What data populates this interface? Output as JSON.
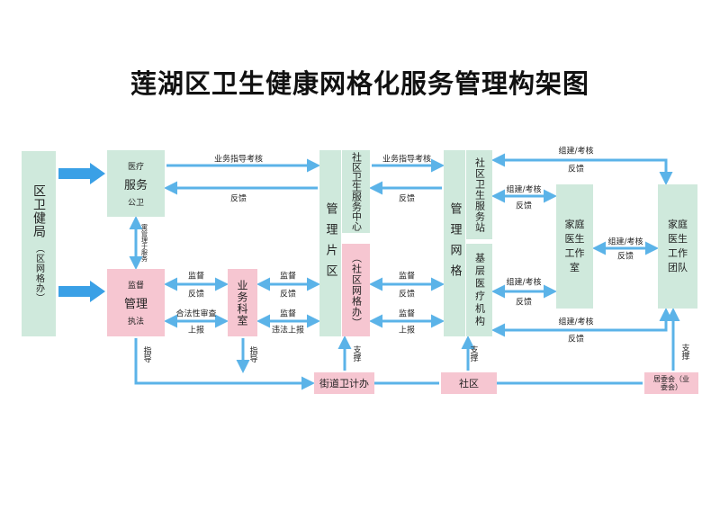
{
  "title": "莲湖区卫生健康网格化服务管理构架图",
  "colors": {
    "green": "#cfe9dc",
    "pink": "#f6c6d1",
    "arrow": "#5bb3e8",
    "arrow_big": "#3aa0e6"
  },
  "boxes": {
    "district_bureau": {
      "main": "区卫健局",
      "sub": "（区网格办）"
    },
    "medical_service": {
      "top": "医疗",
      "main": "服务",
      "bottom": "公卫"
    },
    "supervision": {
      "top": "监督",
      "main": "管理",
      "bottom": "执法"
    },
    "business_office": {
      "main": "业务科室"
    },
    "mgmt_area": {
      "main": "管理片区"
    },
    "community_health_center": {
      "main": "社区卫生服务中心"
    },
    "community_grid_office": {
      "main": "（社区网格办）"
    },
    "mgmt_grid": {
      "main": "管理网格"
    },
    "community_health_station": {
      "main": "社区卫生服务站"
    },
    "primary_medical": {
      "main": "基层医疗机构"
    },
    "family_doctor_office": {
      "main": "家庭医生工作室"
    },
    "family_doctor_team": {
      "main": "家庭医生工作团队"
    },
    "street_office": {
      "main": "街道卫计办"
    },
    "community": {
      "main": "社区"
    },
    "residents_committee": {
      "main": "居委会（业委会）"
    }
  },
  "labels": {
    "biz_guidance": "业务指导考核",
    "feedback": "反馈",
    "supervise": "监督",
    "legal_review": "合法性审查",
    "report": "上报",
    "violation_report": "违法上报",
    "build_assess": "组建/考核",
    "guide": "指导",
    "support": "支撑",
    "integrate": "寓管理于服务"
  }
}
